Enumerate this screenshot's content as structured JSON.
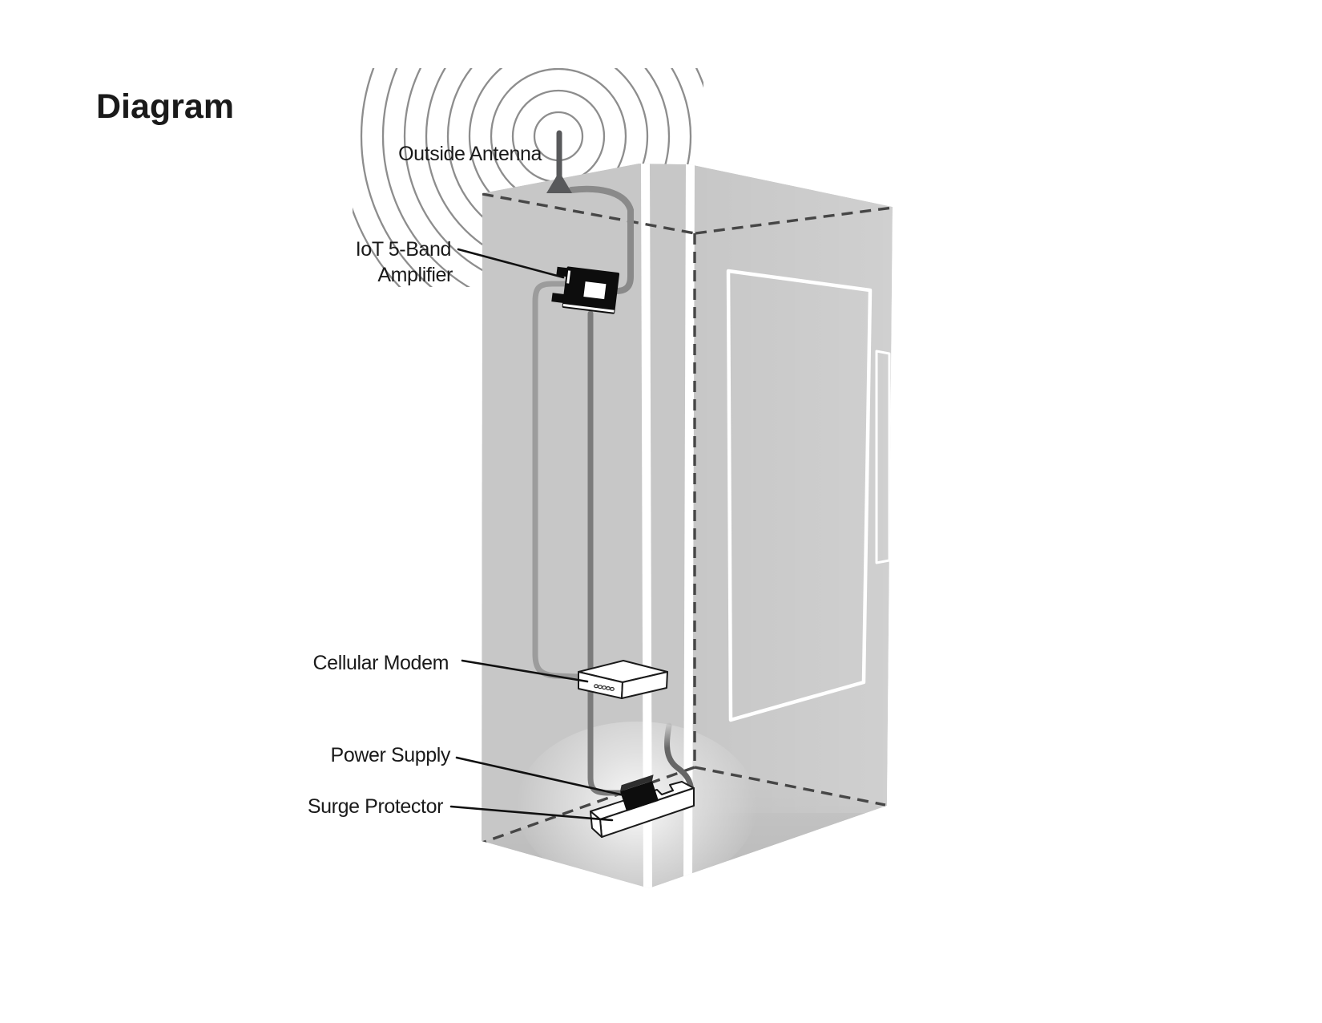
{
  "page": {
    "title": "Diagram"
  },
  "diagram": {
    "labels": {
      "outside_antenna": "Outside Antenna",
      "amplifier_line1": "IoT 5-Band",
      "amplifier_line2": "Amplifier",
      "cellular_modem": "Cellular Modem",
      "power_supply": "Power Supply",
      "surge_protector": "Surge Protector"
    },
    "colors": {
      "background": "#ffffff",
      "cabinet_gray": "#c7c7c7",
      "edge_highlight_white": "#ffffff",
      "hidden_edge_dash": "#464646",
      "signal_wave": "#8d8d8d",
      "device_black": "#0d0d0d",
      "cable_light": "#9c9c9c",
      "cable_mid": "#8a8a8a",
      "cable_dark": "#7b7b7b",
      "power_cord": "#666666",
      "antenna_gray": "#58595b",
      "text": "#1a1a1a"
    }
  }
}
